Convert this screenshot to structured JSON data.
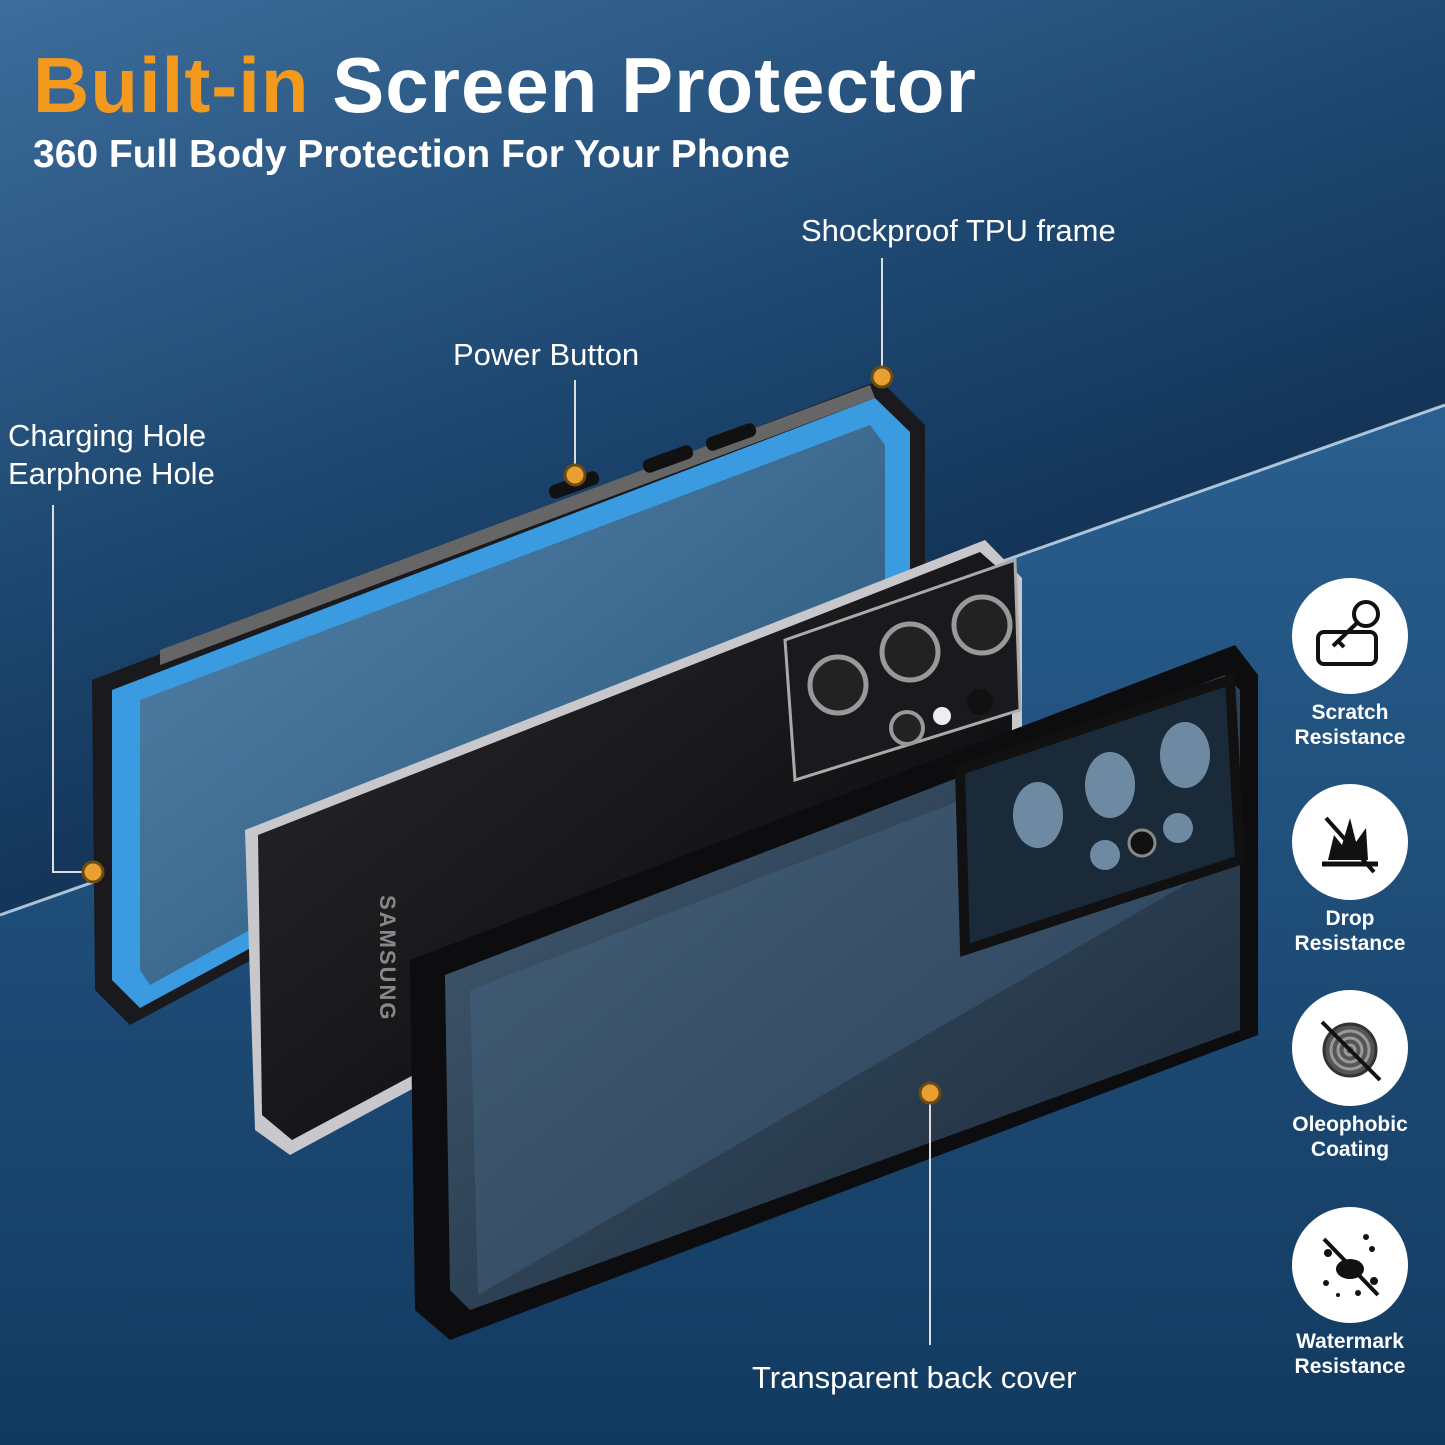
{
  "header": {
    "title_accent": "Built-in",
    "title_rest": "Screen Protector",
    "subtitle": "360 Full Body Protection For Your Phone"
  },
  "callouts": {
    "tpu_frame": "Shockproof TPU frame",
    "power_button": "Power Button",
    "charging_hole": "Charging Hole",
    "earphone_hole": "Earphone Hole",
    "back_cover": "Transparent back cover"
  },
  "phone_brand": "SAMSUNG",
  "features": [
    {
      "label_1": "Scratch",
      "label_2": "Resistance",
      "icon": "key-scratch-icon"
    },
    {
      "label_1": "Drop",
      "label_2": "Resistance",
      "icon": "drop-impact-icon"
    },
    {
      "label_1": "Oleophobic",
      "label_2": "Coating",
      "icon": "fingerprint-icon"
    },
    {
      "label_1": "Watermark",
      "label_2": "Resistance",
      "icon": "water-splash-icon"
    }
  ],
  "colors": {
    "accent": "#f39a1e",
    "frame_blue": "#3a9be0",
    "dot": "#e8a030"
  }
}
